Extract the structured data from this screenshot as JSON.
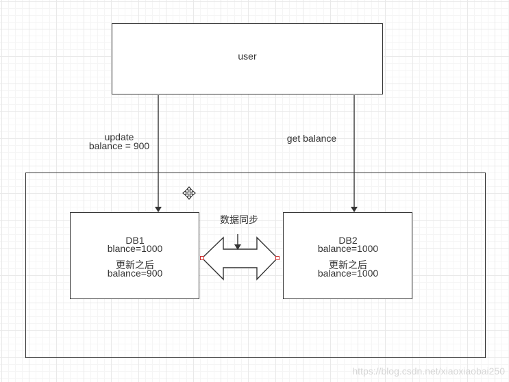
{
  "nodes": {
    "user": {
      "label": "user"
    },
    "db1": {
      "title": "DB1",
      "value": "blance=1000",
      "after_label": "更新之后",
      "after_value": "balance=900"
    },
    "db2": {
      "title": "DB2",
      "value": "balance=1000",
      "after_label": "更新之后",
      "after_value": "balance=1000"
    }
  },
  "edges": {
    "update": {
      "line1": "update",
      "line2": "balance = 900"
    },
    "get": {
      "label": "get balance"
    },
    "sync": {
      "label": "数据同步"
    }
  },
  "watermark": "https://blog.csdn.net/xiaoxiaobai250",
  "colors": {
    "stroke": "#333333",
    "handle": "#cc3333"
  },
  "icons": {
    "move": "move-cursor-icon"
  }
}
